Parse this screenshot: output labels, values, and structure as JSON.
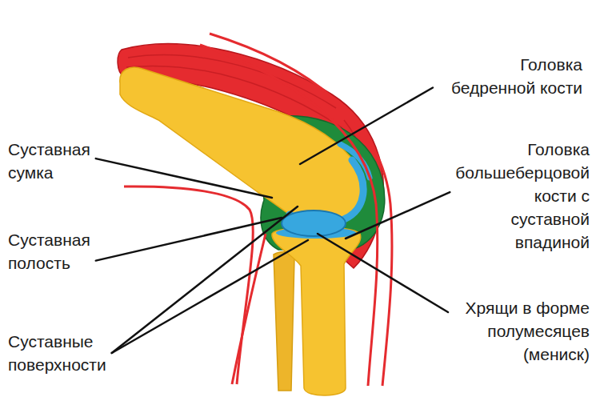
{
  "diagram": {
    "labels": [
      "Головка бедренной кости",
      "Суставная сумка",
      "Головка большеберцовой кости с суставной впадиной",
      "Суставная полость",
      "Хрящи в форме полумесяцев (мениск)",
      "Суставные поверхности"
    ]
  }
}
